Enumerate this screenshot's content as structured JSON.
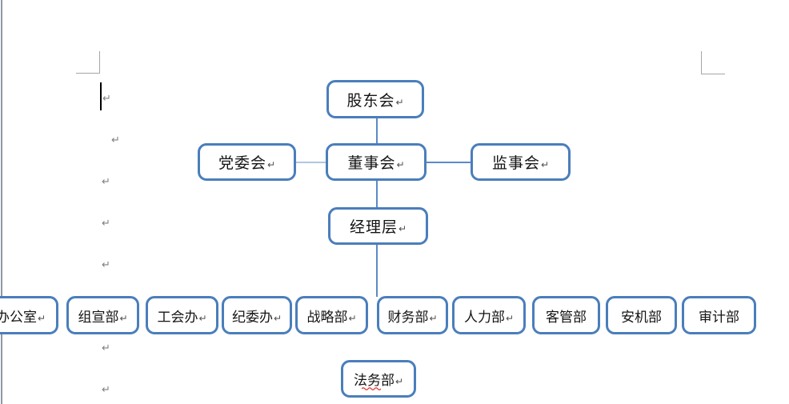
{
  "document": {
    "pilcrow": "↵"
  },
  "colors": {
    "box_border": "#4a7ebb",
    "box_fill": "#ffffff",
    "connector": "#5b8ac6",
    "connector_light": "#b0c5e1",
    "text": "#141414",
    "margin_mark": "#a6a6a6",
    "page_edge_line": "#8f98a3",
    "spellcheck_underline": "#e02b2b",
    "caret": "#000000"
  },
  "org_chart": {
    "nodes": {
      "shareholders": {
        "label": "股东会"
      },
      "party_committee": {
        "label": "党委会"
      },
      "board_of_directors": {
        "label": "董事会"
      },
      "supervisory_board": {
        "label": "监事会"
      },
      "management_level": {
        "label": "经理层"
      },
      "general_office": {
        "label": "办公室"
      },
      "org_publicity_dept": {
        "label": "组宣部"
      },
      "union_office": {
        "label": "工会办"
      },
      "discipline_office": {
        "label": "纪委办"
      },
      "strategy_dept": {
        "label": "战略部"
      },
      "finance_dept": {
        "label": "财务部"
      },
      "hr_dept": {
        "label": "人力部"
      },
      "customer_mgmt_dept": {
        "label": "客管部"
      },
      "security_machinery_dept": {
        "label": "安机部"
      },
      "audit_dept": {
        "label": "审计部"
      },
      "legal_dept": {
        "label": "法务部"
      }
    }
  }
}
